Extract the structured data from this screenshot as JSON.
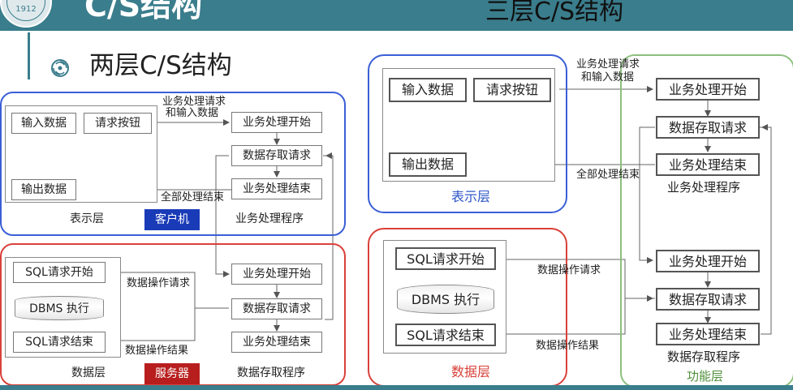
{
  "header": {
    "title": "C/S结构",
    "logo_year": "1912"
  },
  "right_title": "三层C/S结构",
  "left_diagram": {
    "title": "两层C/S结构",
    "client": {
      "input_data": "输入数据",
      "request_button": "请求按钮",
      "output_data": "输出数据",
      "business_start": "业务处理开始",
      "data_access_request": "数据存取请求",
      "business_end": "业务处理结束",
      "request_label_line1": "业务处理请求",
      "request_label_line2": "和输入数据",
      "all_done_label": "全部处理结束",
      "presentation_layer": "表示层",
      "business_program": "业务处理程序",
      "tag": "客户机"
    },
    "server": {
      "sql_start": "SQL请求开始",
      "dbms_exec": "DBMS 执行",
      "sql_end": "SQL请求结束",
      "business_start": "业务处理开始",
      "data_access_request": "数据存取请求",
      "business_end": "业务处理结束",
      "data_op_request": "数据操作请求",
      "data_op_result": "数据操作结果",
      "data_layer": "数据层",
      "data_access_program": "数据存取程序",
      "tag": "服务器"
    }
  },
  "right_diagram": {
    "presentation": {
      "input_data": "输入数据",
      "request_button": "请求按钮",
      "output_data": "输出数据",
      "layer_label": "表示层"
    },
    "business": {
      "request_label_line1": "业务处理请求",
      "request_label_line2": "和输入数据",
      "business_start": "业务处理开始",
      "data_access_request": "数据存取请求",
      "business_end": "业务处理结束",
      "all_done_label": "全部处理结束",
      "business_program": "业务处理程序",
      "business_start_2": "业务处理开始",
      "data_access_request_2": "数据存取请求",
      "business_end_2": "业务处理结束",
      "data_access_program": "数据存取程序",
      "layer_label": "功能层"
    },
    "data": {
      "sql_start": "SQL请求开始",
      "dbms_exec": "DBMS 执行",
      "sql_end": "SQL请求结束",
      "data_op_request": "数据操作请求",
      "data_op_result": "数据操作结果",
      "layer_label": "数据层"
    }
  },
  "colors": {
    "header": "#3a7d8c",
    "presentation_border": "#3b5fd6",
    "data_border": "#d9413a",
    "function_border": "#8cc07d",
    "client_tag": "#1a3bb8",
    "server_tag": "#b81e1e"
  }
}
